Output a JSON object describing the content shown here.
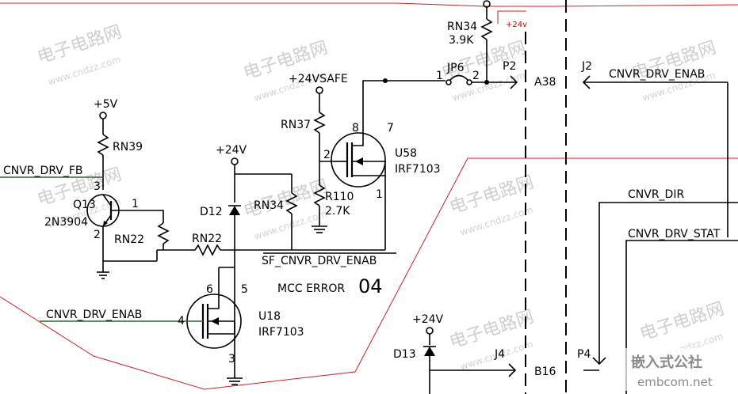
{
  "nets": {
    "cnvr_drv_fb": "CNVR_DRV_FB",
    "cnvr_drv_enab_left": "CNVR_DRV_ENAB",
    "cnvr_drv_enab_right": "CNVR_DRV_ENAB",
    "sf_cnvr_drv_enab": "SF_CNVR_DRV_ENAB",
    "cnvr_dir": "CNVR_DIR",
    "cnvr_drv_stat": "CNVR_DRV_STAT"
  },
  "power": {
    "p5v": "+5V",
    "p24v_mid": "+24V",
    "p24v_low": "+24V",
    "p24vsafe": "+24VSAFE",
    "p24v_red": "+24v"
  },
  "parts": {
    "q13": "Q13",
    "q13_type": "2N3904",
    "u18": "U18",
    "u18_type": "IRF7103",
    "u58": "U58",
    "u58_type": "IRF7103",
    "rn39": "RN39",
    "rn22a": "RN22",
    "rn22b": "RN22",
    "rn34a": "RN34",
    "rn34b": "RN34",
    "rn34b_val": "3.9K",
    "rn37": "RN37",
    "r110": "R110",
    "r110_val": "2.7K",
    "d12": "D12",
    "d13": "D13",
    "jp6": "JP6"
  },
  "pins": {
    "q13_3": "3",
    "q13_2": "2",
    "q13_1": "1",
    "u18_6": "6",
    "u18_5": "5",
    "u18_4": "4",
    "u18_3": "3",
    "u58_8": "8",
    "u58_7": "7",
    "u58_2": "2",
    "u58_1": "1",
    "jp6_1": "1",
    "jp6_2": "2"
  },
  "connectors": {
    "p2": "P2",
    "a38": "A38",
    "j2": "J2",
    "j4": "J4",
    "b16": "B16",
    "p4": "P4"
  },
  "annotation": {
    "mcc_error": "MCC ERROR",
    "mcc_code": "04"
  },
  "watermark": {
    "cn": "电子电路网",
    "url": "www.cndzz.com",
    "brand_cn": "嵌入式公社",
    "brand_url": "embcom.net"
  }
}
